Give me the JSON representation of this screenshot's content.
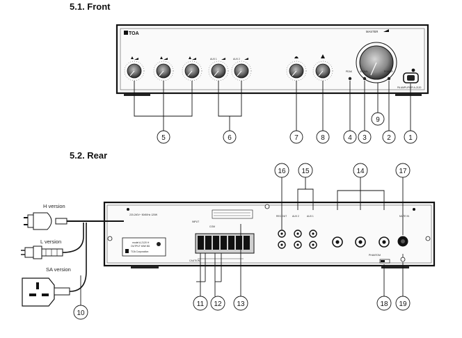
{
  "headings": {
    "front": "5.1. Front",
    "rear": "5.2. Rear"
  },
  "front": {
    "brand": "TOA",
    "master_label": "MASTER",
    "peak_label": "PEAK",
    "signal_label": "SIGNAL",
    "power_label": "POWER",
    "model_label": "PA AMPLIFIER A-2120",
    "aux1_label": "AUX 1",
    "aux2_label": "AUX 2",
    "callouts": [
      "1",
      "2",
      "3",
      "4",
      "5",
      "6",
      "7",
      "8",
      "9"
    ]
  },
  "rear": {
    "spec_label": "220-240V~ 50/60Hz 120W",
    "model_plate": "model A-2120 H",
    "output_label": "OUTPUT 60W 8Ω",
    "corp_label": "TOA Corporation",
    "input_label": "INPUT",
    "com_label": "COM",
    "rec_out_label": "REC OUT",
    "aux2_label": "AUX 2",
    "aux1_label": "AUX 1",
    "mute_label": "MUTE IN",
    "phantom_label": "PHANTOM",
    "caution_label": "CAUTION",
    "versions": [
      "H version",
      "L version",
      "SA version"
    ],
    "callouts": [
      "10",
      "11",
      "12",
      "13",
      "14",
      "15",
      "16",
      "17",
      "18",
      "19"
    ]
  }
}
